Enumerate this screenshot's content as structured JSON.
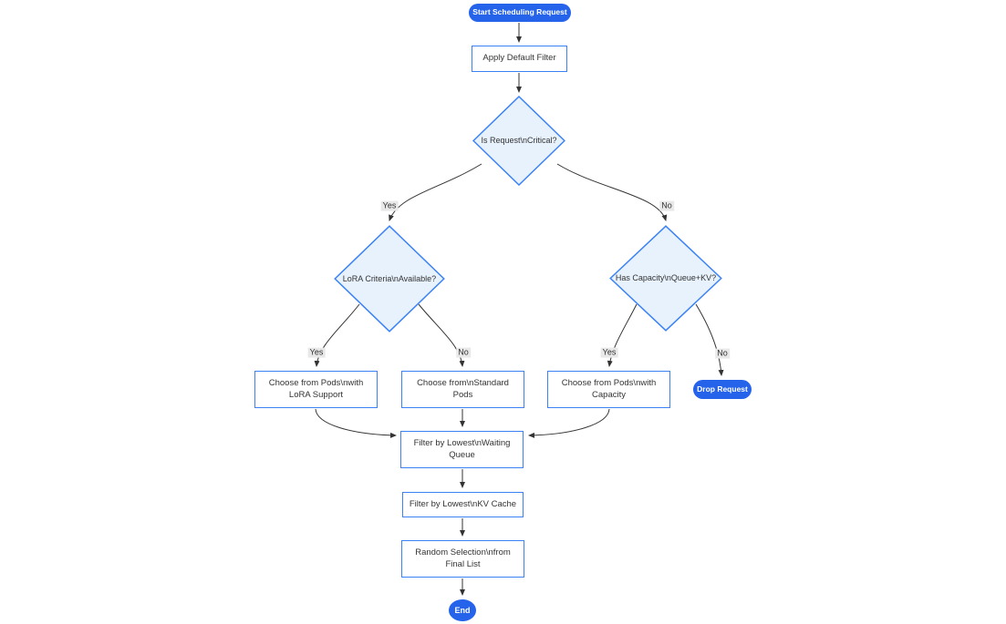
{
  "colors": {
    "accent": "#2563eb",
    "accentText": "#ffffff",
    "nodeBorder": "#3b82f6",
    "nodeFill": "#ffffff",
    "decisionFill": "#e8f2fc",
    "text": "#333333",
    "edge": "#333333",
    "edgeLabelBg": "#e8e8e8"
  },
  "diagram": {
    "type": "flowchart",
    "direction": "top-down",
    "nodes": {
      "start": {
        "label": "Start Scheduling Request",
        "shape": "stadium"
      },
      "apply_filter": {
        "label": "Apply Default Filter",
        "shape": "process"
      },
      "is_critical": {
        "label": "Is Request\\nCritical?",
        "shape": "decision"
      },
      "lora_criteria": {
        "label": "LoRA Criteria\\nAvailable?",
        "shape": "decision"
      },
      "has_capacity": {
        "label": "Has Capacity\\nQueue+KV?",
        "shape": "decision"
      },
      "choose_lora": {
        "label": "Choose from Pods\\nwith LoRA Support",
        "shape": "process"
      },
      "choose_standard": {
        "label": "Choose from\\nStandard Pods",
        "shape": "process"
      },
      "choose_capacity": {
        "label": "Choose from Pods\\nwith Capacity",
        "shape": "process"
      },
      "drop_request": {
        "label": "Drop Request",
        "shape": "stadium"
      },
      "filter_waiting": {
        "label": "Filter by Lowest\\nWaiting Queue",
        "shape": "process"
      },
      "filter_kv": {
        "label": "Filter by Lowest\\nKV Cache",
        "shape": "process"
      },
      "random_selection": {
        "label": "Random Selection\\nfrom Final List",
        "shape": "process"
      },
      "end": {
        "label": "End",
        "shape": "stadium"
      }
    },
    "edges": [
      {
        "from": "start",
        "to": "apply_filter",
        "label": ""
      },
      {
        "from": "apply_filter",
        "to": "is_critical",
        "label": ""
      },
      {
        "from": "is_critical",
        "to": "lora_criteria",
        "label": "Yes"
      },
      {
        "from": "is_critical",
        "to": "has_capacity",
        "label": "No"
      },
      {
        "from": "lora_criteria",
        "to": "choose_lora",
        "label": "Yes"
      },
      {
        "from": "lora_criteria",
        "to": "choose_standard",
        "label": "No"
      },
      {
        "from": "has_capacity",
        "to": "choose_capacity",
        "label": "Yes"
      },
      {
        "from": "has_capacity",
        "to": "drop_request",
        "label": "No"
      },
      {
        "from": "choose_lora",
        "to": "filter_waiting",
        "label": ""
      },
      {
        "from": "choose_standard",
        "to": "filter_waiting",
        "label": ""
      },
      {
        "from": "choose_capacity",
        "to": "filter_waiting",
        "label": ""
      },
      {
        "from": "filter_waiting",
        "to": "filter_kv",
        "label": ""
      },
      {
        "from": "filter_kv",
        "to": "random_selection",
        "label": ""
      },
      {
        "from": "random_selection",
        "to": "end",
        "label": ""
      }
    ]
  }
}
